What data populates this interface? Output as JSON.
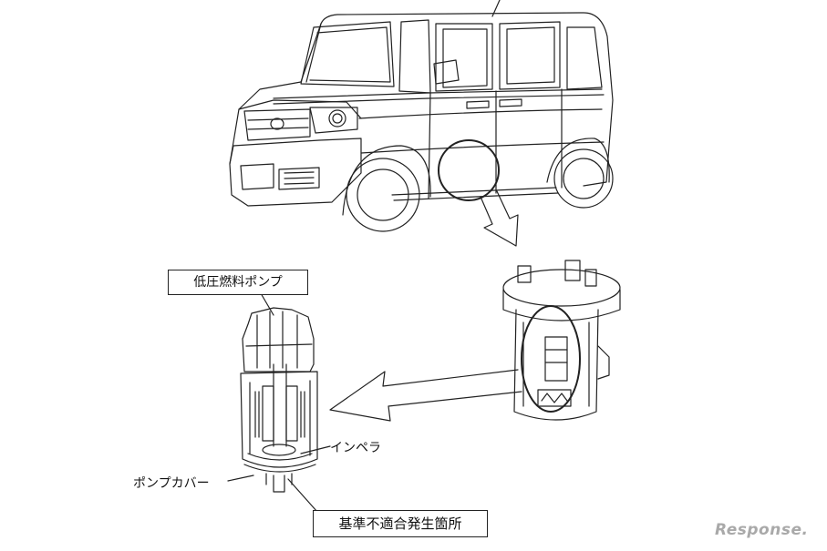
{
  "labels": {
    "pump": "低圧燃料ポンプ",
    "impeller": "インペラ",
    "pump_cover": "ポンプカバー",
    "nonconformity": "基準不適合発生箇所"
  },
  "watermark": "Response."
}
